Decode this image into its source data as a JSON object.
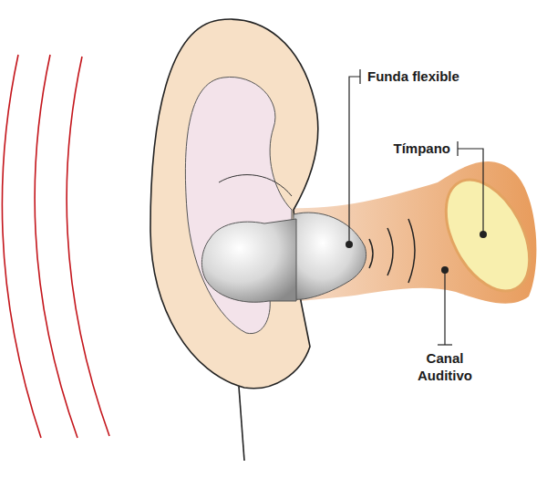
{
  "diagram": {
    "labels": [
      "Funda flexible",
      "Tímpano",
      "Canal Auditivo"
    ]
  }
}
